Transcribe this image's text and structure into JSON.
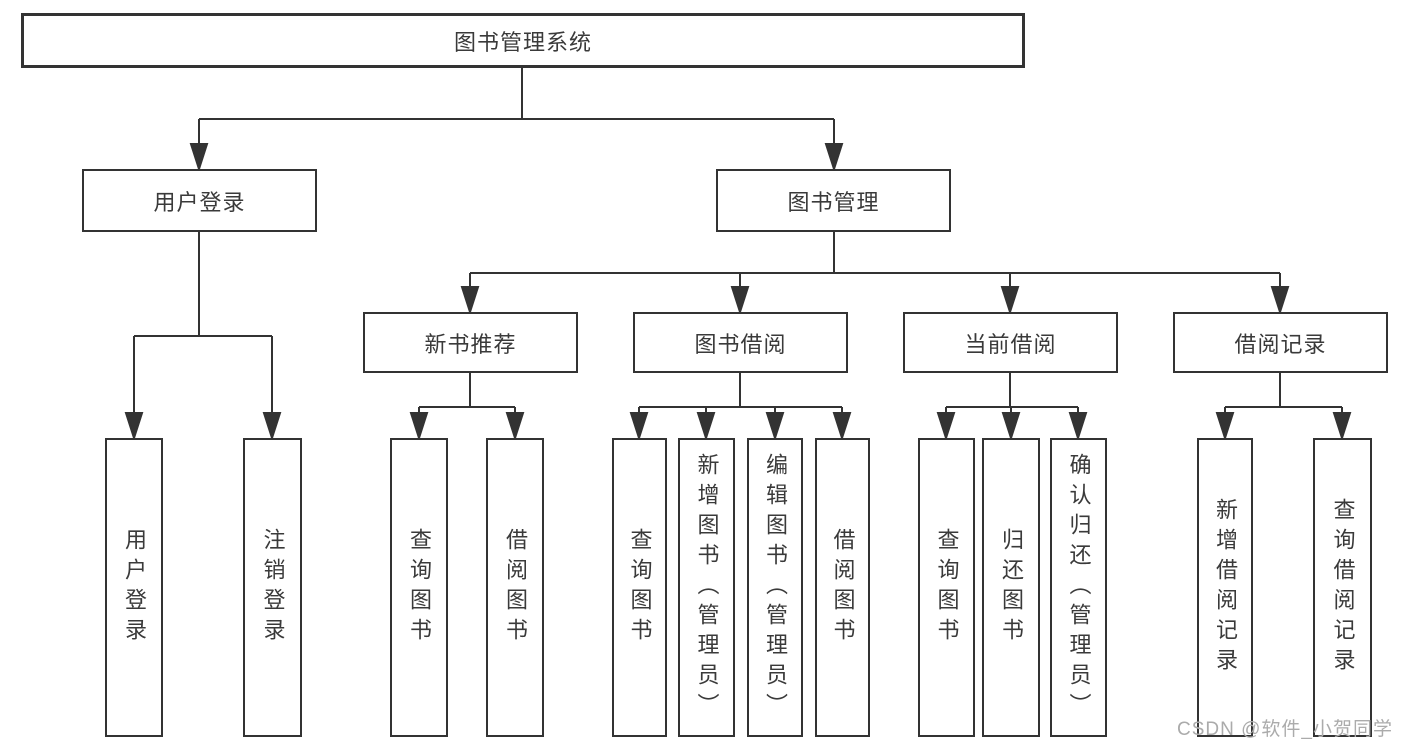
{
  "tree": {
    "root": {
      "label": "图书管理系统"
    },
    "branches": [
      {
        "label": "用户登录",
        "children": [
          {
            "label": "用户登录"
          },
          {
            "label": "注销登录"
          }
        ]
      },
      {
        "label": "图书管理",
        "children": [
          {
            "label": "新书推荐",
            "children": [
              {
                "label": "查询图书"
              },
              {
                "label": "借阅图书"
              }
            ]
          },
          {
            "label": "图书借阅",
            "children": [
              {
                "label": "查询图书"
              },
              {
                "label": "新增图书（管理员）"
              },
              {
                "label": "编辑图书（管理员）"
              },
              {
                "label": "借阅图书"
              }
            ]
          },
          {
            "label": "当前借阅",
            "children": [
              {
                "label": "查询图书"
              },
              {
                "label": "归还图书"
              },
              {
                "label": "确认归还（管理员）"
              }
            ]
          },
          {
            "label": "借阅记录",
            "children": [
              {
                "label": "新增借阅记录"
              },
              {
                "label": "查询借阅记录"
              }
            ]
          }
        ]
      }
    ]
  },
  "watermark": "CSDN @软件_小贺同学",
  "colors": {
    "line": "#333333",
    "box_border": "#333333",
    "text": "#3a3a3a",
    "watermark": "#ababab",
    "background": "#ffffff"
  }
}
